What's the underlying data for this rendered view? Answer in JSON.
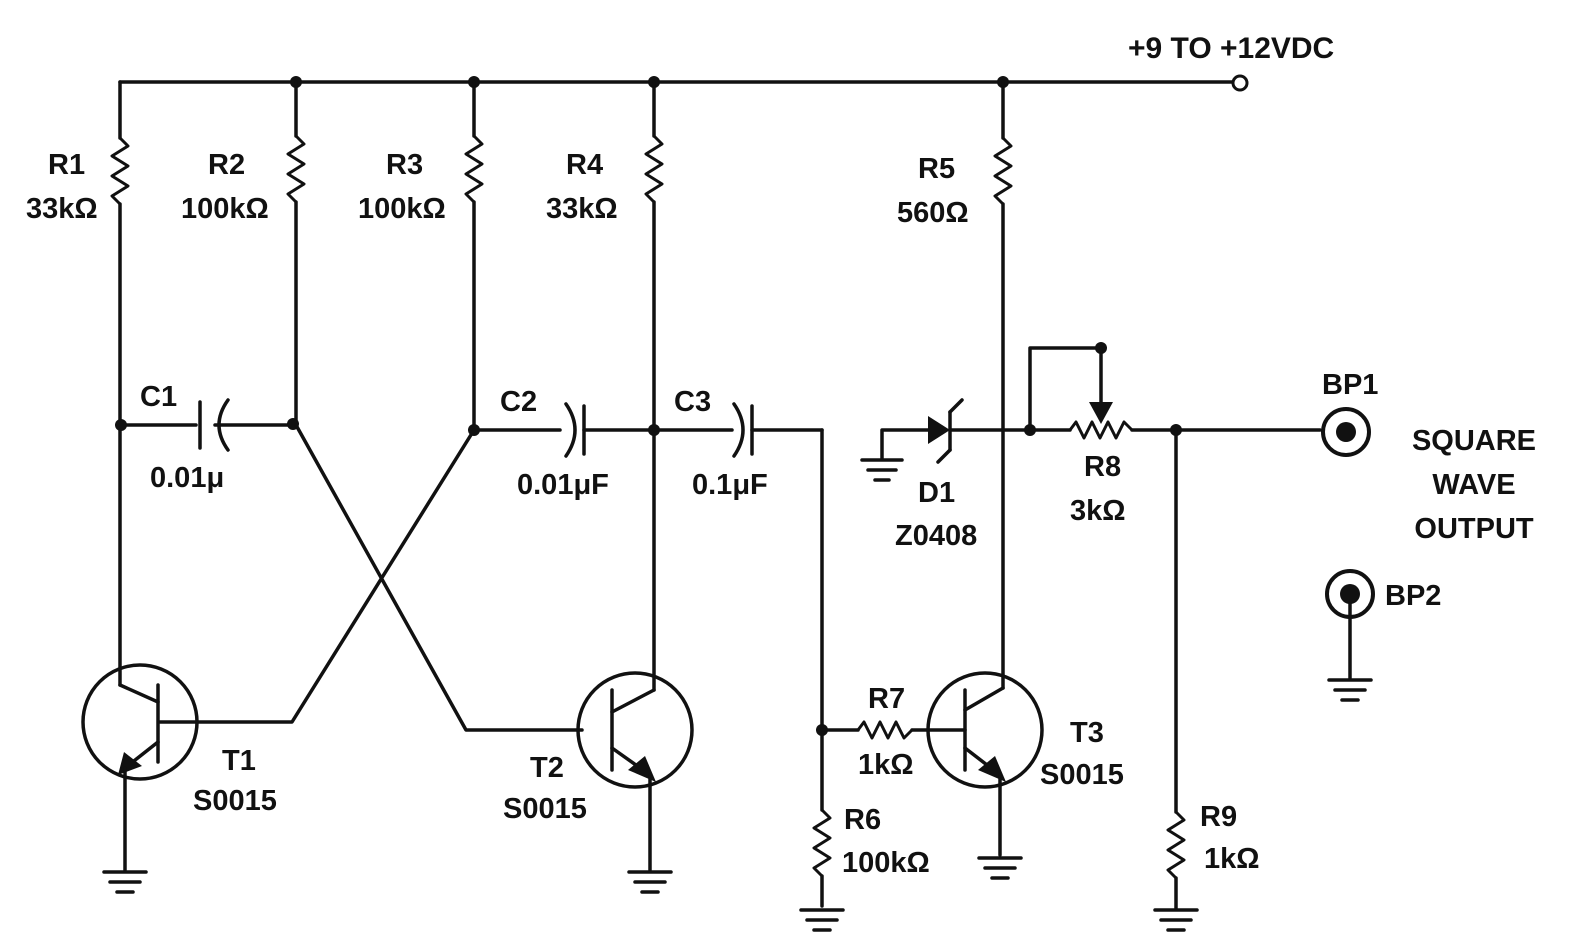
{
  "supply_label": "+9 TO +12VDC",
  "output_label_lines": [
    "SQUARE",
    "WAVE",
    "OUTPUT"
  ],
  "components": {
    "R1": {
      "name": "R1",
      "value": "33kΩ"
    },
    "R2": {
      "name": "R2",
      "value": "100kΩ"
    },
    "R3": {
      "name": "R3",
      "value": "100kΩ"
    },
    "R4": {
      "name": "R4",
      "value": "33kΩ"
    },
    "R5": {
      "name": "R5",
      "value": "560Ω"
    },
    "R6": {
      "name": "R6",
      "value": "100kΩ"
    },
    "R7": {
      "name": "R7",
      "value": "1kΩ"
    },
    "R8": {
      "name": "R8",
      "value": "3kΩ"
    },
    "R9": {
      "name": "R9",
      "value": "1kΩ"
    },
    "C1": {
      "name": "C1",
      "value": "0.01μ"
    },
    "C2": {
      "name": "C2",
      "value": "0.01μF"
    },
    "C3": {
      "name": "C3",
      "value": "0.1μF"
    },
    "D1": {
      "name": "D1",
      "value": "Z0408"
    },
    "T1": {
      "name": "T1",
      "value": "S0015"
    },
    "T2": {
      "name": "T2",
      "value": "S0015"
    },
    "T3": {
      "name": "T3",
      "value": "S0015"
    },
    "BP1": {
      "name": "BP1"
    },
    "BP2": {
      "name": "BP2"
    }
  }
}
